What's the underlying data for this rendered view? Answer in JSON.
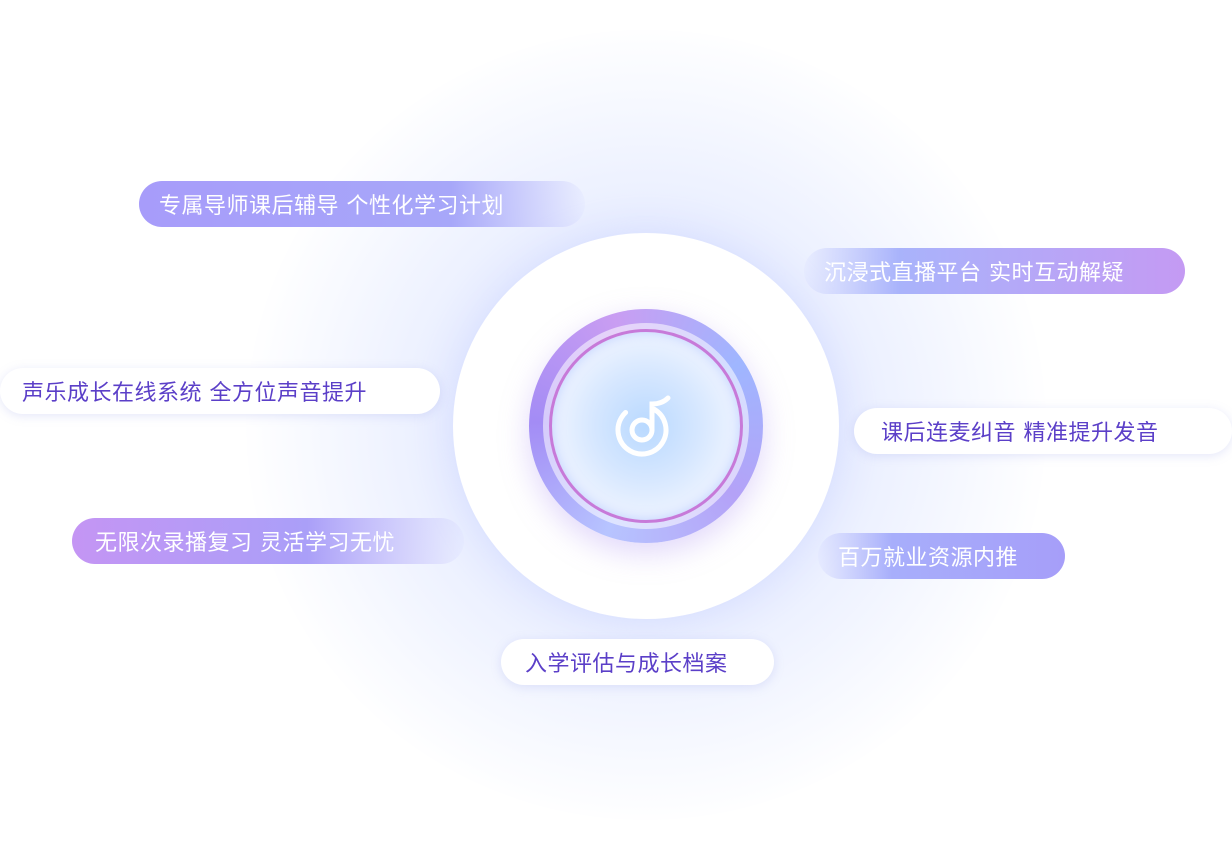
{
  "center": {
    "icon": "music-note-icon"
  },
  "features": [
    {
      "label": "专属导师课后辅导 个性化学习计划"
    },
    {
      "label": "沉浸式直播平台 实时互动解疑"
    },
    {
      "label": "声乐成长在线系统 全方位声音提升"
    },
    {
      "label": "课后连麦纠音 精准提升发音"
    },
    {
      "label": "无限次录播复习 灵活学习无忧"
    },
    {
      "label": "百万就业资源内推"
    },
    {
      "label": "入学评估与成长档案"
    }
  ],
  "colors": {
    "accent_purple": "#5b3fc8",
    "pill_gradient_start": "#a79cfa",
    "pill_gradient_pink": "#c495f4",
    "ring_pink": "#c77ad9",
    "glow_blue": "#b9d9ff"
  }
}
